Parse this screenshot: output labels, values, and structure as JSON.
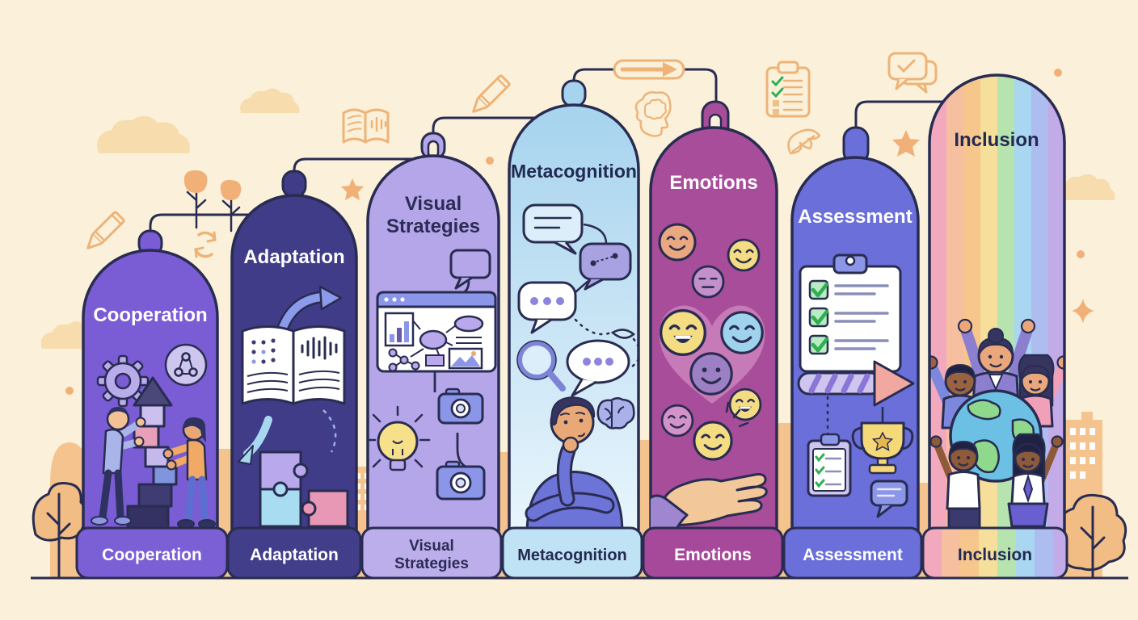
{
  "palette": {
    "background": "#fbf1da",
    "outline": "#292c51",
    "ground": "#292c51",
    "doodle_stroke": "#eeb377",
    "doodle_fill": "#f0b078",
    "cloud": "#f7dcae",
    "building": "#f5c48e",
    "check_green": "#2faf54"
  },
  "pillars": [
    {
      "id": "cooperation",
      "label": "Cooperation",
      "fill": "#7a5cd4",
      "base_fill": "#7b60d5",
      "label_color": "#ffffff",
      "icons": [
        "gear-icon",
        "team-badge-icon",
        "block-tower",
        "two-people-building"
      ]
    },
    {
      "id": "adaptation",
      "label": "Adaptation",
      "fill": "#403c87",
      "base_fill": "#423e8a",
      "label_color": "#ffffff",
      "icons": [
        "curved-arrow-icon",
        "accessible-book-icon",
        "down-arrow-icon",
        "puzzle-icon"
      ]
    },
    {
      "id": "visual-strategies",
      "label": "Visual Strategies",
      "label_lines": [
        "Visual",
        "Strategies"
      ],
      "fill": "#b5a6e9",
      "base_fill": "#bcaeea",
      "label_color": "#2b2c55",
      "icons": [
        "speech-bubble-icon",
        "graphic-organizer-window",
        "lightbulb-icon",
        "camera-icon"
      ]
    },
    {
      "id": "metacognition",
      "label": "Metacognition",
      "fill_top": "#a6d3ee",
      "fill_bottom": "#e9f5fc",
      "base_fill": "#bfe2f4",
      "label_color": "#232a52",
      "icons": [
        "thought-bubbles",
        "magnifier-icon",
        "brain-icon",
        "thinking-person"
      ]
    },
    {
      "id": "emotions",
      "label": "Emotions",
      "fill": "#a74d99",
      "heart_fill": "#c67ab8",
      "base_fill": "#a6499a",
      "label_color": "#ffffff",
      "icons": [
        "emoji-faces",
        "heart-icon",
        "open-hand-icon"
      ]
    },
    {
      "id": "assessment",
      "label": "Assessment",
      "fill": "#6a6fd9",
      "base_fill": "#6a6fd9",
      "label_color": "#ffffff",
      "icons": [
        "checklist-clipboard-icon",
        "progress-arrow-icon",
        "trophy-icon",
        "mini-clipboard-icon",
        "chat-icon"
      ]
    },
    {
      "id": "inclusion",
      "label": "Inclusion",
      "rainbow": [
        "#f2a9bd",
        "#f6bfa0",
        "#f6c68c",
        "#f6df9b",
        "#b7e3af",
        "#a9d6f0",
        "#aebdf0",
        "#c3abe8"
      ],
      "label_color": "#232a52",
      "icons": [
        "globe-icon",
        "celebrating-people"
      ]
    }
  ]
}
